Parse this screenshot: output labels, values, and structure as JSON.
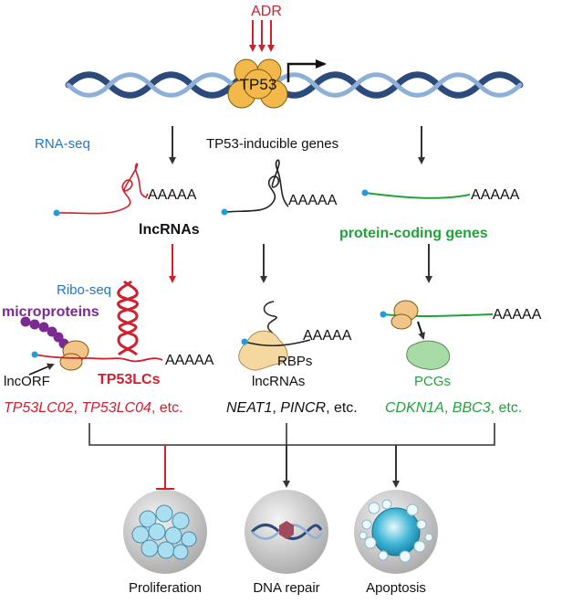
{
  "labels": {
    "stimulus": "ADR",
    "tf": "TP53",
    "rna_seq": "RNA-seq",
    "inducible_genes": "TP53-inducible genes",
    "polyA": "AAAAA",
    "lncrnas_bold": "lncRNAs",
    "pcg_bold": "protein-coding genes",
    "ribo_seq": "Ribo-seq",
    "microproteins": "microproteins",
    "lncorf": "lncORF",
    "tp53lcs": "TP53LCs",
    "rbps": "RBPs",
    "lncrnas_plain": "lncRNAs",
    "pcgs": "PCGs"
  },
  "examples": {
    "left": {
      "g1": "TP53LC02",
      "sep": ", ",
      "g2": "TP53LC04",
      "tail": ", etc."
    },
    "middle": {
      "g1": "NEAT1",
      "sep": ", ",
      "g2": "PINCR",
      "tail": ", etc."
    },
    "right": {
      "g1": "CDKN1A",
      "sep": ", ",
      "g2": "BBC3",
      "tail": ", etc."
    }
  },
  "outcomes": {
    "proliferation": "Proliferation",
    "dna_repair": "DNA repair",
    "apoptosis": "Apoptosis"
  },
  "colors": {
    "red": "#d0202e",
    "blue": "#1f77c4",
    "green": "#1fa33a",
    "purple": "#7a2a90",
    "dna_dark": "#2c4a7c",
    "dna_light": "#8fb0d6",
    "tp53_fill": "#f2b94a",
    "cell_fill": "#a9dff0",
    "circle_bg": "#c8c8c8"
  }
}
